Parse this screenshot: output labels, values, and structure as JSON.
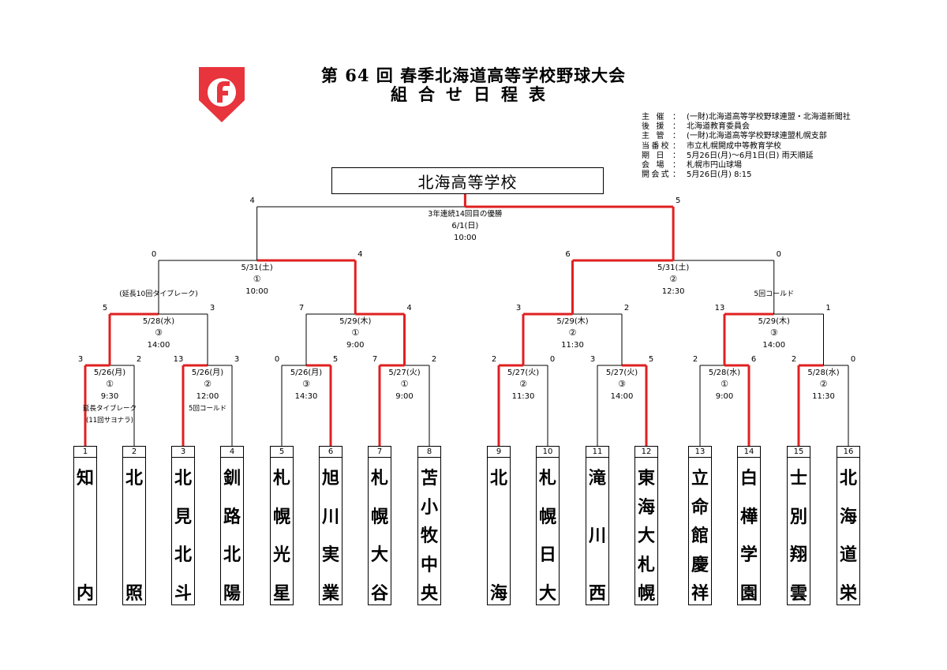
{
  "header": {
    "title_line1": "第 64 回 春季北海道高等学校野球大会",
    "title_line2": "組合せ日程表"
  },
  "info": [
    {
      "label": "主催",
      "value": "(一財)北海道高等学校野球連盟・北海道新聞社"
    },
    {
      "label": "後援",
      "value": "北海道教育委員会"
    },
    {
      "label": "主管",
      "value": "(一財)北海道高等学校野球連盟札幌支部"
    },
    {
      "label": "当番校",
      "value": "市立札幌開成中等教育学校"
    },
    {
      "label": "期日",
      "value": "5月26日(月)～6月1日(日)  雨天順延"
    },
    {
      "label": "会場",
      "value": "札幌市円山球場"
    },
    {
      "label": "開会式",
      "value": " 5月26日(月) 8:15"
    }
  ],
  "champion": "北海高等学校",
  "teams": [
    {
      "num": "1",
      "name": "知内"
    },
    {
      "num": "2",
      "name": "北照"
    },
    {
      "num": "3",
      "name": "北見北斗"
    },
    {
      "num": "4",
      "name": "釧路北陽"
    },
    {
      "num": "5",
      "name": "札幌光星"
    },
    {
      "num": "6",
      "name": "旭川実業"
    },
    {
      "num": "7",
      "name": "札幌大谷"
    },
    {
      "num": "8",
      "name": "苫小牧中央"
    },
    {
      "num": "9",
      "name": "北海"
    },
    {
      "num": "10",
      "name": "札幌日大"
    },
    {
      "num": "11",
      "name": "滝川西"
    },
    {
      "num": "12",
      "name": "東海大札幌"
    },
    {
      "num": "13",
      "name": "立命館慶祥"
    },
    {
      "num": "14",
      "name": "白樺学園"
    },
    {
      "num": "15",
      "name": "士別翔雲"
    },
    {
      "num": "16",
      "name": "北海道栄"
    }
  ],
  "games": [
    {
      "id": "r1g1",
      "date": "5/26(月)",
      "game_no": "①",
      "time": "9:30",
      "score_left": "3",
      "score_right": "2",
      "winner": "left",
      "notes": [
        "延長タイブレーク",
        "(11回サヨナラ)"
      ]
    },
    {
      "id": "r1g2",
      "date": "5/26(月)",
      "game_no": "②",
      "time": "12:00",
      "score_left": "13",
      "score_right": "3",
      "winner": "left",
      "notes": [
        "5回コールド"
      ]
    },
    {
      "id": "r1g3",
      "date": "5/26(月)",
      "game_no": "③",
      "time": "14:30",
      "score_left": "0",
      "score_right": "5",
      "winner": "right",
      "notes": []
    },
    {
      "id": "r1g4",
      "date": "5/27(火)",
      "game_no": "①",
      "time": "9:00",
      "score_left": "7",
      "score_right": "2",
      "winner": "left",
      "notes": []
    },
    {
      "id": "r1g5",
      "date": "5/27(火)",
      "game_no": "②",
      "time": "11:30",
      "score_left": "2",
      "score_right": "0",
      "winner": "left",
      "notes": []
    },
    {
      "id": "r1g6",
      "date": "5/27(火)",
      "game_no": "③",
      "time": "14:00",
      "score_left": "3",
      "score_right": "5",
      "winner": "right",
      "notes": []
    },
    {
      "id": "r1g7",
      "date": "5/28(水)",
      "game_no": "①",
      "time": "9:00",
      "score_left": "2",
      "score_right": "6",
      "winner": "right",
      "notes": []
    },
    {
      "id": "r1g8",
      "date": "5/28(水)",
      "game_no": "②",
      "time": "11:30",
      "score_left": "2",
      "score_right": "0",
      "winner": "left",
      "notes": []
    },
    {
      "id": "r2g1",
      "date": "5/28(水)",
      "game_no": "③",
      "time": "14:00",
      "score_left": "5",
      "score_right": "3",
      "winner": "left",
      "notes": []
    },
    {
      "id": "r2g2",
      "date": "5/29(木)",
      "game_no": "①",
      "time": "9:00",
      "score_left": "7",
      "score_right": "4",
      "winner": "right",
      "notes": []
    },
    {
      "id": "r2g3",
      "date": "5/29(木)",
      "game_no": "②",
      "time": "11:30",
      "score_left": "3",
      "score_right": "2",
      "winner": "left",
      "notes": []
    },
    {
      "id": "r2g4",
      "date": "5/29(木)",
      "game_no": "③",
      "time": "14:00",
      "score_left": "13",
      "score_right": "1",
      "winner": "left",
      "notes": []
    },
    {
      "id": "sf1",
      "date": "5/31(土)",
      "game_no": "①",
      "time": "10:00",
      "score_left": "0",
      "score_right": "4",
      "winner": "right",
      "notes": [
        "(延長10回タイブレーク)"
      ]
    },
    {
      "id": "sf2",
      "date": "5/31(土)",
      "game_no": "②",
      "time": "12:30",
      "score_left": "6",
      "score_right": "0",
      "winner": "left",
      "notes": [
        "5回コールド"
      ]
    },
    {
      "id": "final",
      "date": "6/1(日)",
      "game_no": "",
      "time": "10:00",
      "score_left": "4",
      "score_right": "5",
      "winner": "right",
      "notes": [
        "3年連続14回目の優勝"
      ]
    }
  ],
  "colors": {
    "winner_line": "#e02020",
    "line": "#000000",
    "logo": "#e8343c"
  }
}
